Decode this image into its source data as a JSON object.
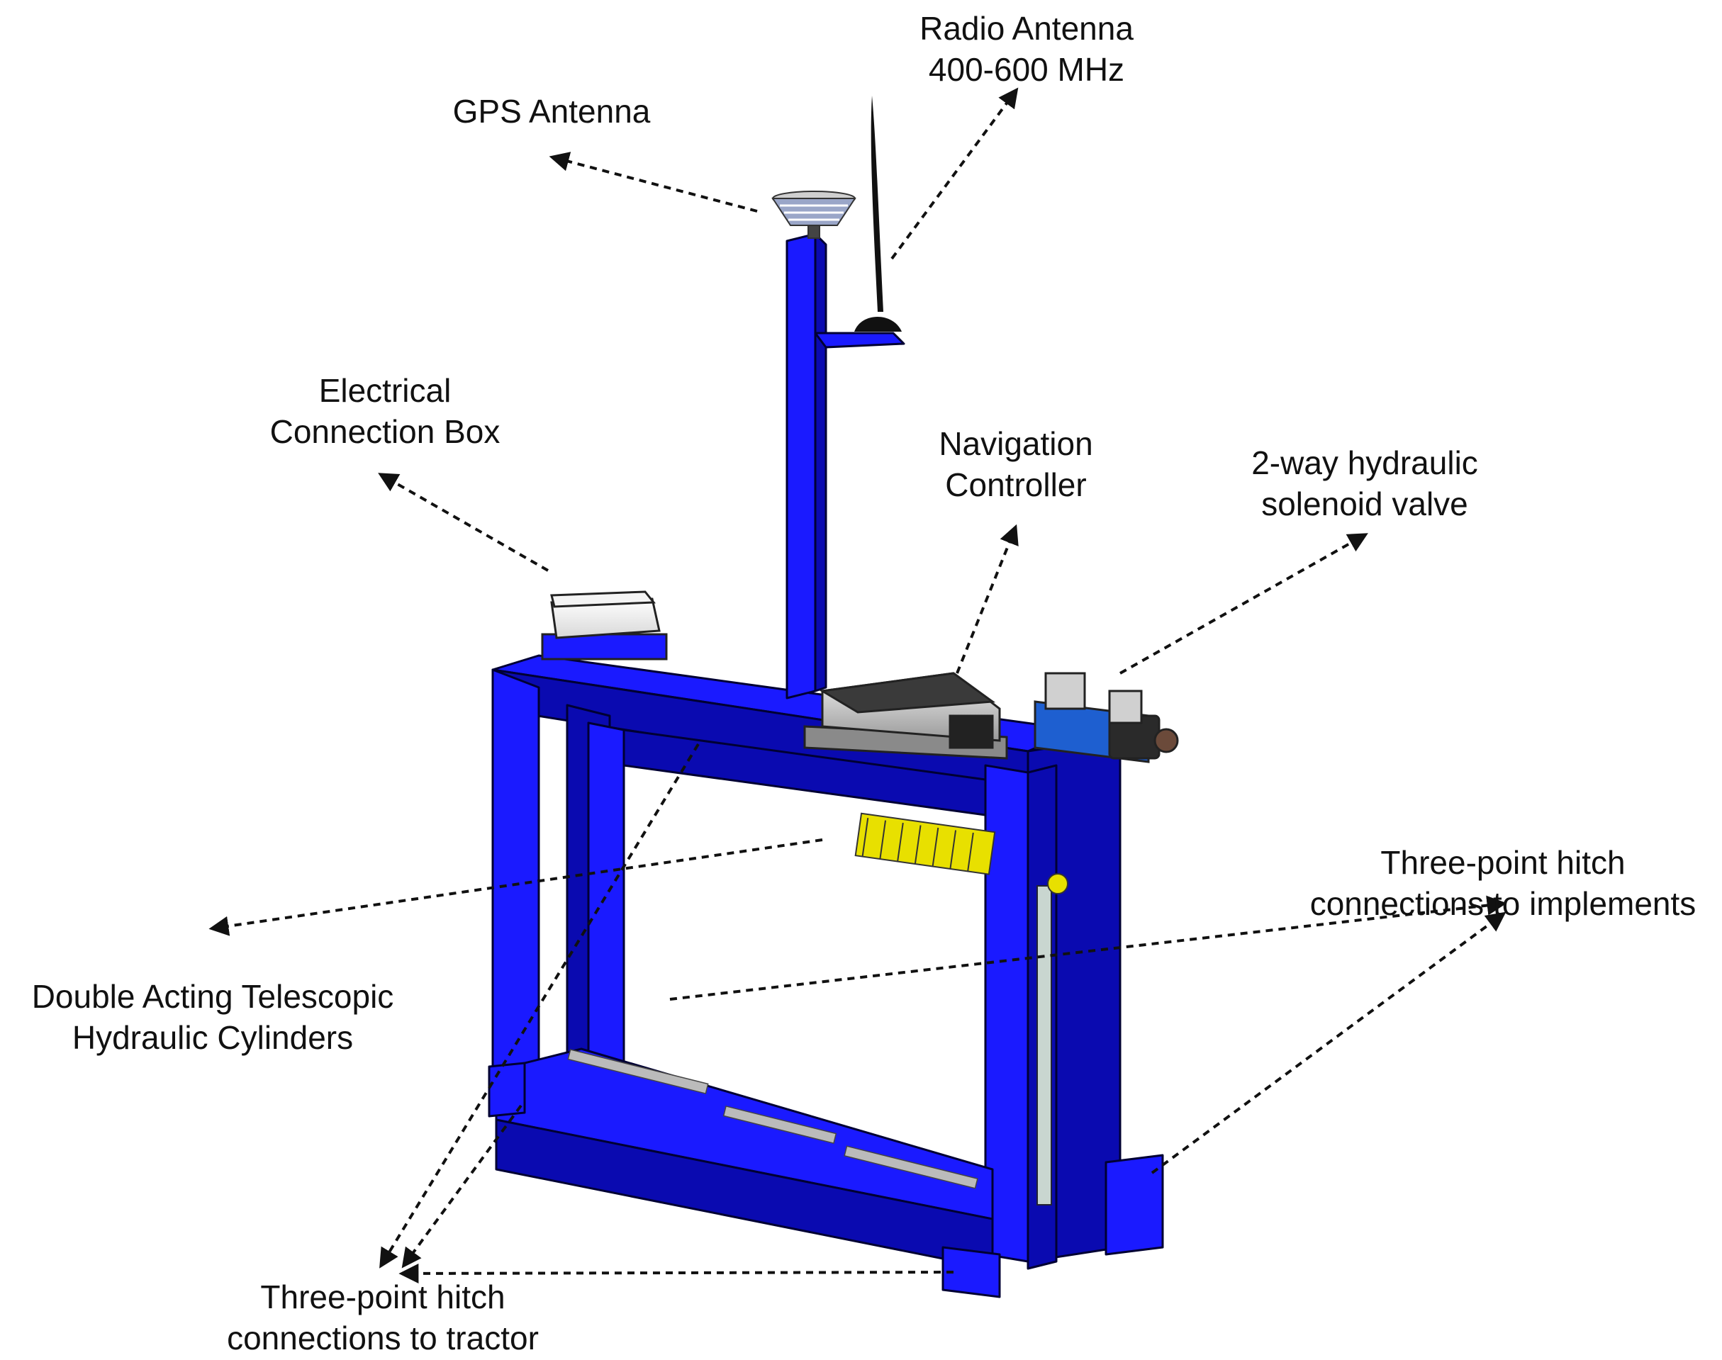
{
  "labels": {
    "radio_antenna": {
      "line1": "Radio Antenna",
      "line2": "400-600 MHz"
    },
    "gps_antenna": {
      "line1": "GPS Antenna"
    },
    "electrical_box": {
      "line1": "Electrical",
      "line2": "Connection Box"
    },
    "navigation_controller": {
      "line1": "Navigation",
      "line2": "Controller"
    },
    "solenoid_valve": {
      "line1": "2-way hydraulic",
      "line2": "solenoid valve"
    },
    "hitch_implements": {
      "line1": "Three-point hitch",
      "line2": "connections to implements"
    },
    "hydraulic_cylinders": {
      "line1": "Double Acting Telescopic",
      "line2": "Hydraulic Cylinders"
    },
    "hitch_tractor": {
      "line1": "Three-point hitch",
      "line2": "connections to tractor"
    }
  },
  "colors": {
    "frame": "#1a1aff",
    "frame_dark": "#0a0ab0",
    "outline": "#000033",
    "arrow": "#111111",
    "spring": "#e8e000",
    "controller": "#c8c8c8",
    "valve": "#1e5fd0"
  }
}
